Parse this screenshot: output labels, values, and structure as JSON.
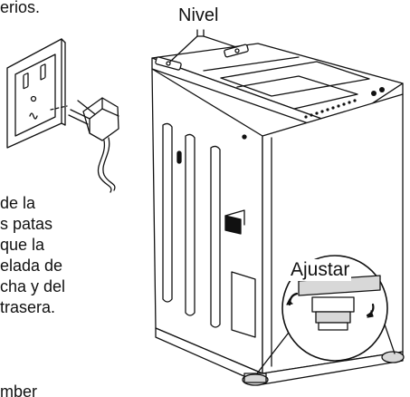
{
  "top_fragment": "erios.",
  "label_nivel": "Nivel",
  "label_ajustar": "Ajustar",
  "paragraph_lines": [
    "de la",
    "s patas",
    "que la",
    "elada de",
    "cha y del",
    " trasera."
  ],
  "bottom_fragment": "mber",
  "colors": {
    "ink": "#111111",
    "shade": "#d8d8d8",
    "paper": "#ffffff"
  }
}
